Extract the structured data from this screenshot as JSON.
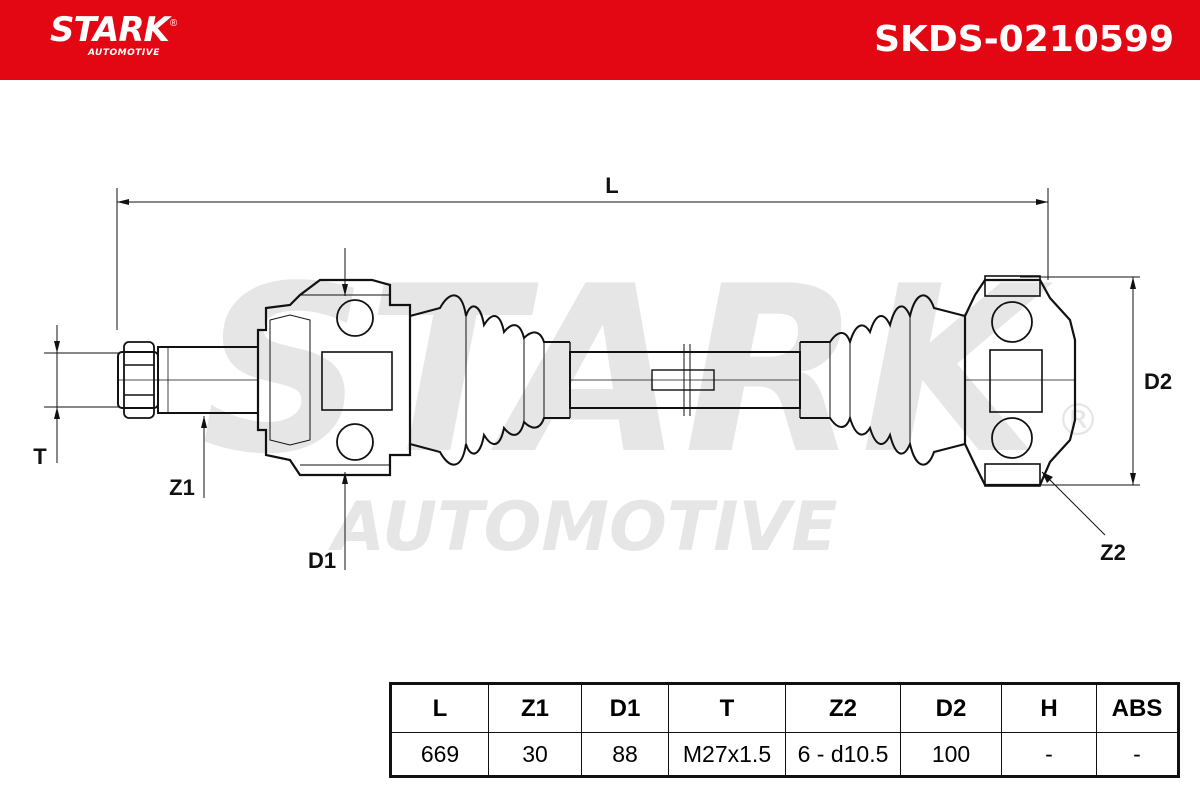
{
  "header": {
    "brand": "STARK",
    "brand_sub": "AUTOMOTIVE",
    "registered": "®",
    "part_number": "SKDS-0210599"
  },
  "watermark": {
    "line1": "STARK",
    "line2": "AUTOMOTIVE",
    "registered": "®"
  },
  "labels": {
    "L": "L",
    "T": "T",
    "Z1": "Z1",
    "D1": "D1",
    "Z2": "Z2",
    "D2": "D2"
  },
  "table": {
    "headers": [
      "L",
      "Z1",
      "D1",
      "T",
      "Z2",
      "D2",
      "H",
      "ABS"
    ],
    "values": [
      "669",
      "30",
      "88",
      "M27x1.5",
      "6 - d10.5",
      "100",
      "-",
      "-"
    ]
  },
  "colors": {
    "brand_red": "#e30613",
    "watermark": "#e6e6e6",
    "line": "#111111"
  }
}
